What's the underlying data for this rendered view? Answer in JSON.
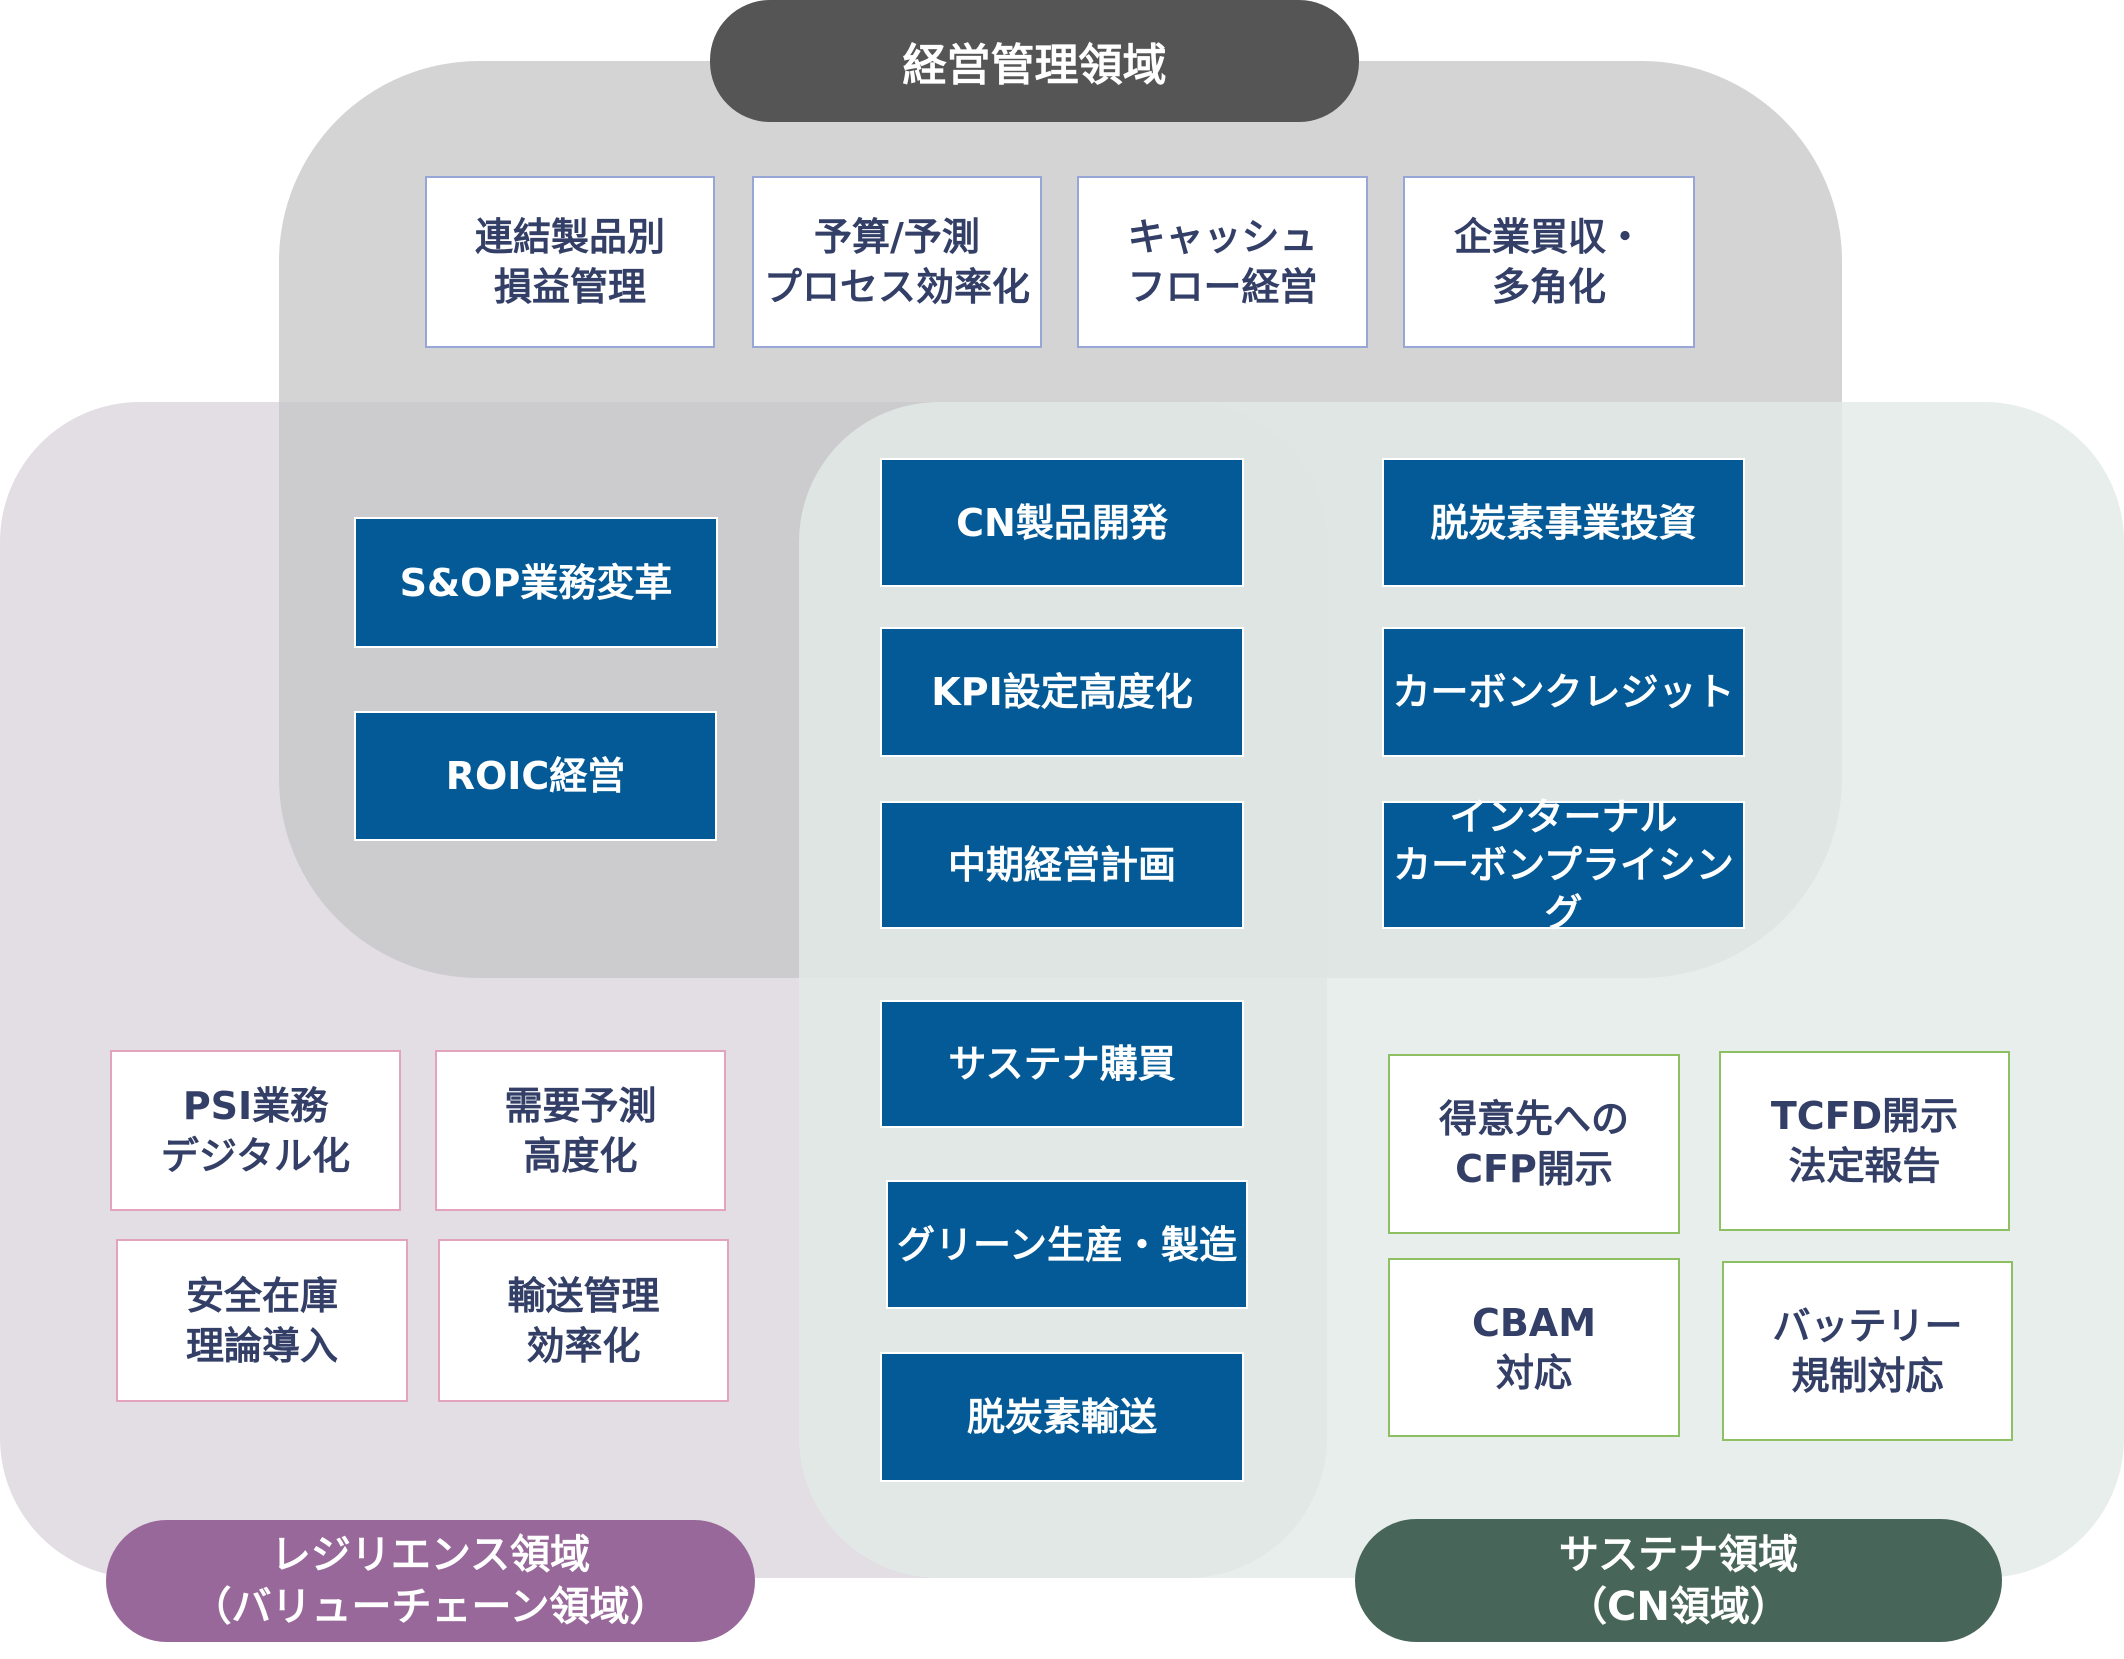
{
  "regions": {
    "management": {
      "label": "経営管理領域",
      "color": "#555555"
    },
    "resilience": {
      "label": "レジリエンス領域\n（バリューチェーン領域）",
      "color": "#98689a"
    },
    "sustainability": {
      "label": "サステナ領域\n（CN領域）",
      "color": "#476559"
    }
  },
  "management_items": [
    "連結製品別\n損益管理",
    "予算/予測\nプロセス効率化",
    "キャッシュ\nフロー経営",
    "企業買収・\n多角化"
  ],
  "mgmt_resilience_items": [
    "S&OP業務変革",
    "ROIC経営"
  ],
  "mgmt_all_items": [
    "CN製品開発",
    "KPI設定高度化",
    "中期経営計画"
  ],
  "mgmt_sustain_items": [
    "脱炭素事業投資",
    "カーボンクレジット",
    "インターナル\nカーボンプライシング"
  ],
  "resilience_sustain_items": [
    "サステナ購買",
    "グリーン生産・製造",
    "脱炭素輸送"
  ],
  "resilience_items": [
    "PSI業務\nデジタル化",
    "需要予測\n高度化",
    "安全在庫\n理論導入",
    "輸送管理\n効率化"
  ],
  "sustain_items": [
    "得意先への\nCFP開示",
    "TCFD開示\n法定報告",
    "CBAM\n対応",
    "バッテリー\n規制対応"
  ],
  "colors": {
    "blue_box": "#035a96",
    "text_navy": "#333f66"
  }
}
